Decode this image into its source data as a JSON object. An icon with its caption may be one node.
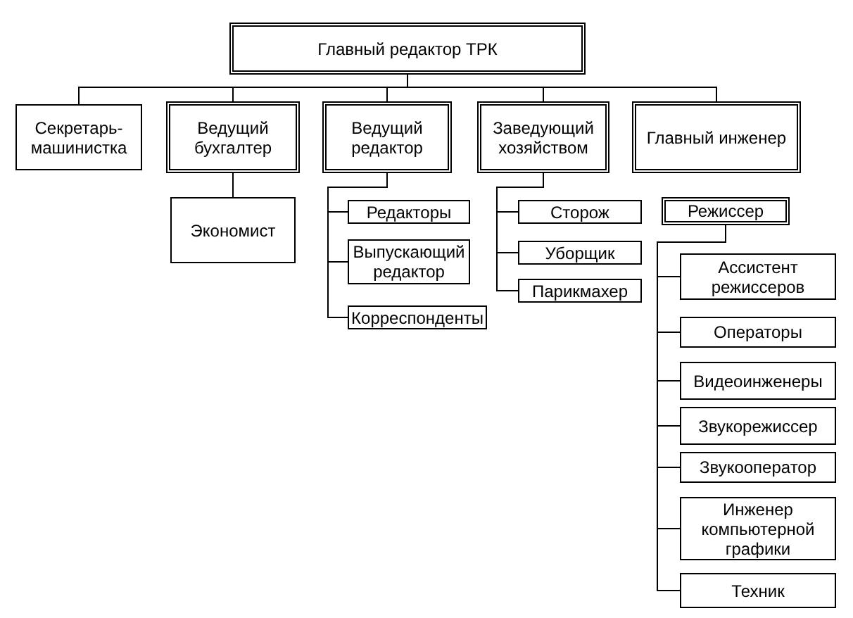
{
  "diagram": {
    "nodes": [
      {
        "text": [
          "Главный редактор ТРК"
        ]
      },
      {
        "text": [
          "Секретарь-машинистка"
        ]
      },
      {
        "text": [
          "Ведущий бухгалтер"
        ]
      },
      {
        "text": [
          "Ведущий редактор"
        ]
      },
      {
        "text": [
          "Заведующий хозяйством"
        ]
      },
      {
        "text": [
          "Главный инженер"
        ]
      },
      {
        "text": [
          "Экономист"
        ]
      },
      {
        "text": [
          "Редакторы"
        ]
      },
      {
        "text": [
          "Выпускающий редактор"
        ]
      },
      {
        "text": [
          "Корреспонденты"
        ]
      },
      {
        "text": [
          "Сторож"
        ]
      },
      {
        "text": [
          "Уборщик"
        ]
      },
      {
        "text": [
          "Парикмахер"
        ]
      },
      {
        "text": [
          "Режиссер"
        ]
      },
      {
        "text": [
          "Ассистент режиссеров"
        ]
      },
      {
        "text": [
          "Операторы"
        ]
      },
      {
        "text": [
          "Видеоинженеры"
        ]
      },
      {
        "text": [
          "Звукорежиссер"
        ]
      },
      {
        "text": [
          "Звукооператор"
        ]
      },
      {
        "text": [
          "Инженер компьютерной графики"
        ]
      },
      {
        "text": [
          "Техник"
        ]
      }
    ],
    "edges": [
      {
        "from": 0,
        "to": 1,
        "arrow": "none"
      },
      {
        "from": 0,
        "to": 2,
        "arrow": "none"
      },
      {
        "from": 0,
        "to": 3,
        "arrow": "none"
      },
      {
        "from": 0,
        "to": 4,
        "arrow": "none"
      },
      {
        "from": 0,
        "to": 5,
        "arrow": "none"
      },
      {
        "from": 2,
        "to": 6,
        "arrow": "none"
      },
      {
        "from": 3,
        "to": 7,
        "arrow": "none"
      },
      {
        "from": 3,
        "to": 8,
        "arrow": "none"
      },
      {
        "from": 3,
        "to": 9,
        "arrow": "none"
      },
      {
        "from": 4,
        "to": 10,
        "arrow": "none"
      },
      {
        "from": 4,
        "to": 11,
        "arrow": "none"
      },
      {
        "from": 4,
        "to": 12,
        "arrow": "none"
      },
      {
        "from": 13,
        "to": 14,
        "arrow": "none"
      },
      {
        "from": 13,
        "to": 15,
        "arrow": "none"
      },
      {
        "from": 13,
        "to": 16,
        "arrow": "none"
      },
      {
        "from": 13,
        "to": 17,
        "arrow": "none"
      },
      {
        "from": 13,
        "to": 18,
        "arrow": "none"
      },
      {
        "from": 13,
        "to": 19,
        "arrow": "none"
      },
      {
        "from": 13,
        "to": 20,
        "arrow": "none"
      }
    ]
  }
}
